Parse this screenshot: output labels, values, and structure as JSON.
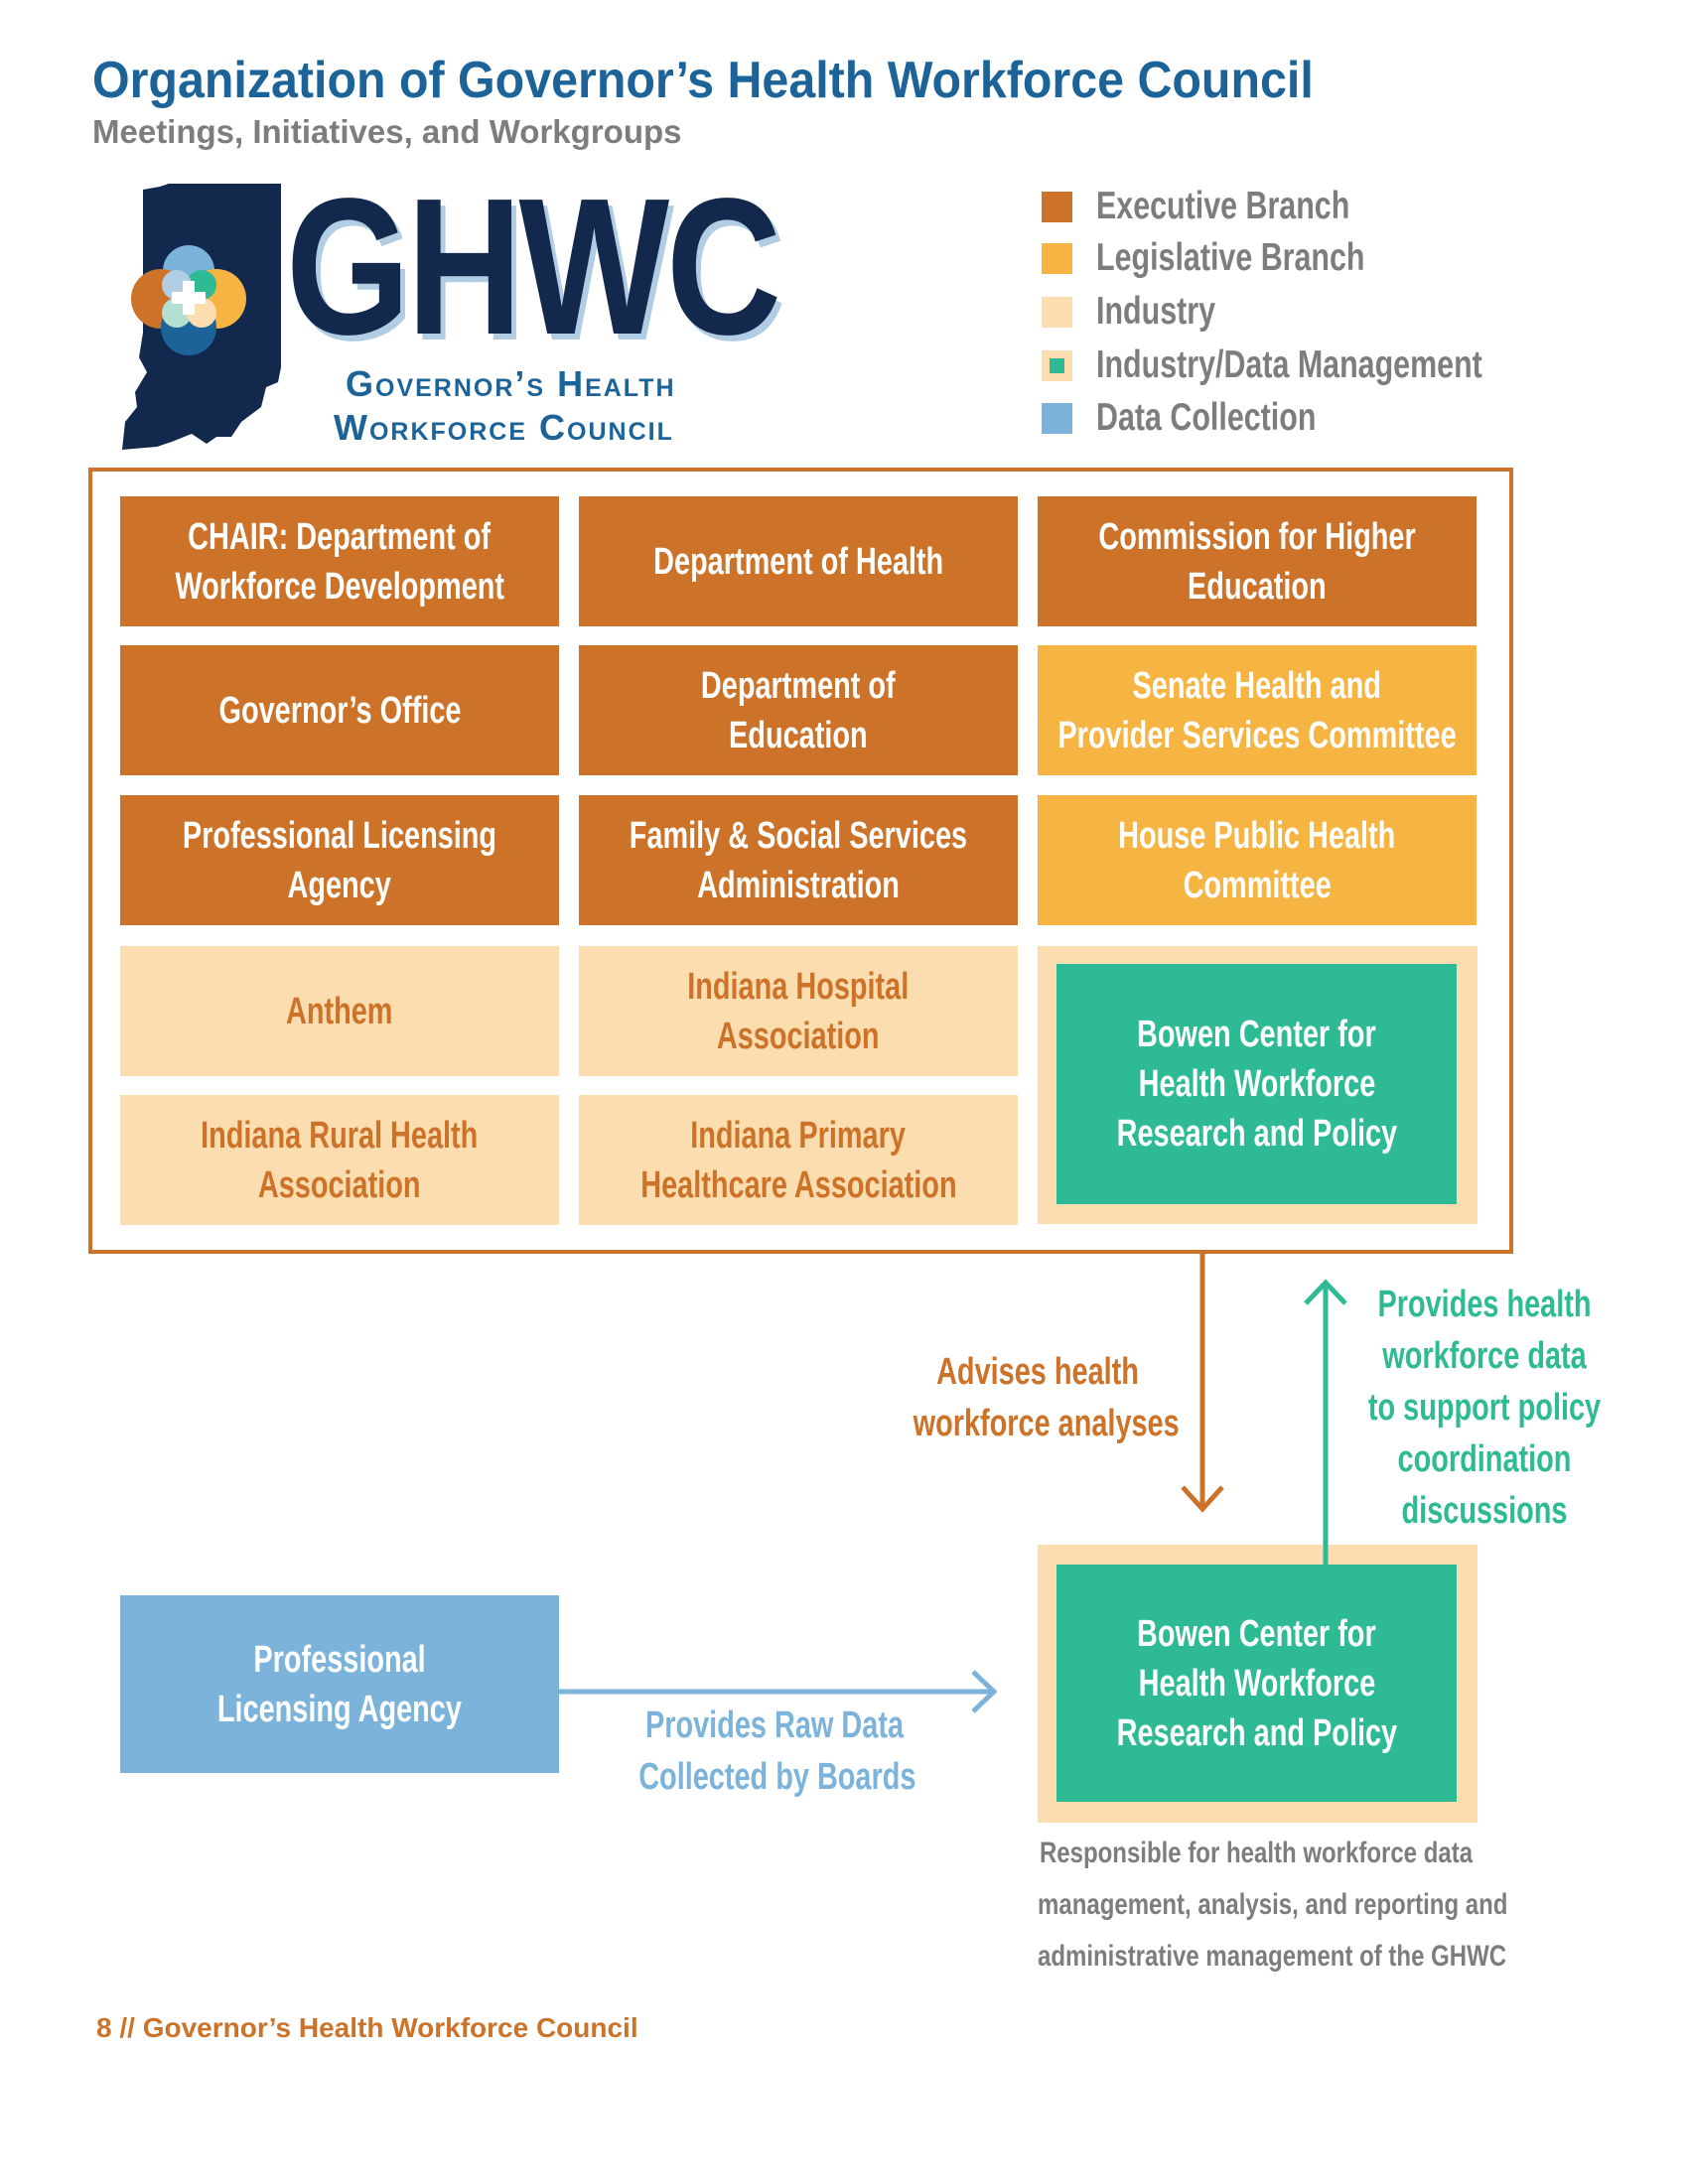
{
  "header": {
    "title": "Organization of Governor’s Health Workforce Council",
    "subtitle": "Meetings, Initiatives, and Workgroups"
  },
  "logo": {
    "acronym": "GHWC",
    "line1": "Governor’s Health",
    "line2": "Workforce Council"
  },
  "legend": [
    {
      "label": "Executive Branch",
      "color": "#cc7229"
    },
    {
      "label": "Legislative Branch",
      "color": "#f6b443"
    },
    {
      "label": "Industry",
      "color": "#fcddb0"
    },
    {
      "label": "Industry/Data Management",
      "color": "#fcddb0",
      "inner": "#2eba94"
    },
    {
      "label": "Data Collection",
      "color": "#7bb3da"
    }
  ],
  "council": {
    "chair": [
      "CHAIR: Department of",
      "Workforce Development"
    ],
    "health": [
      "Department of Health"
    ],
    "higher_ed": [
      "Commission for Higher",
      "Education"
    ],
    "governor": [
      "Governor’s Office"
    ],
    "education": [
      "Department of",
      "Education"
    ],
    "senate": [
      "Senate Health and",
      "Provider Services Committee"
    ],
    "pla": [
      "Professional Licensing",
      "Agency"
    ],
    "fssa": [
      "Family & Social Services",
      "Administration"
    ],
    "house": [
      "House Public Health",
      "Committee"
    ],
    "anthem": [
      "Anthem"
    ],
    "iha": [
      "Indiana Hospital",
      "Association"
    ],
    "bowen": [
      "Bowen Center for",
      "Health Workforce",
      "Research and Policy"
    ],
    "irha": [
      "Indiana Rural Health",
      "Association"
    ],
    "ipha": [
      "Indiana Primary",
      "Healthcare Association"
    ]
  },
  "flow": {
    "advises": [
      "Advises health",
      "workforce analyses"
    ],
    "provides_data": [
      "Provides health",
      "workforce data",
      "to support policy",
      "coordination",
      "discussions"
    ],
    "pla_box": [
      "Professional",
      "Licensing Agency"
    ],
    "raw_data": [
      "Provides Raw Data",
      "Collected by Boards"
    ],
    "bowen": [
      "Bowen Center for",
      "Health Workforce",
      "Research and Policy"
    ],
    "responsible": [
      "Responsible for health workforce data",
      "management, analysis, and reporting and",
      "administrative management of the GHWC"
    ]
  },
  "footer": "8  // Governor’s Health Workforce Council"
}
